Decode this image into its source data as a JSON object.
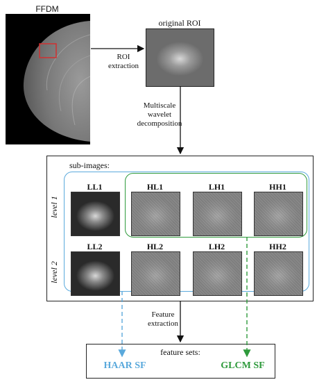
{
  "ffdm": {
    "title": "FFDM"
  },
  "roi": {
    "title": "original ROI"
  },
  "steps": {
    "roi_extraction": [
      "ROI",
      "extraction"
    ],
    "wavelet": [
      "Multiscale",
      "wavelet",
      "decomposition"
    ],
    "feature_extraction": [
      "Feature",
      "extraction"
    ]
  },
  "subimages": {
    "title": "sub-images:",
    "levels": [
      "level 1",
      "level 2"
    ],
    "row1": [
      "LL1",
      "HL1",
      "LH1",
      "HH1"
    ],
    "row2": [
      "LL2",
      "HL2",
      "LH2",
      "HH2"
    ]
  },
  "features": {
    "title": "feature sets:",
    "haar": "HAAR SF",
    "glcm": "GLCM SF"
  },
  "colors": {
    "haar": "#5aa9dc",
    "glcm": "#2e9a3c",
    "frame": "#222222"
  }
}
